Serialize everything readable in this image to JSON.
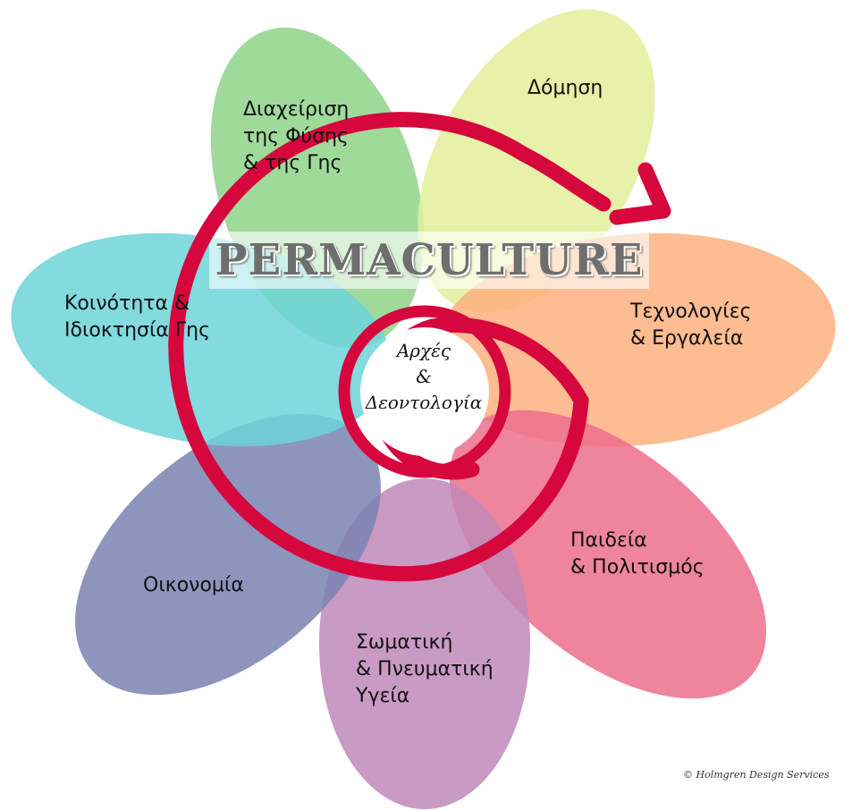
{
  "title": "PERMACULTURE",
  "center": {
    "line1": "Αρχές",
    "line2": "&",
    "line3": "Δεοντολογία"
  },
  "petals": [
    {
      "lines": [
        "Διαχείριση",
        "της Φύσης",
        "& της Γης"
      ],
      "color": "#8fd48a"
    },
    {
      "lines": [
        "Δόμηση"
      ],
      "color": "#e3ef9a"
    },
    {
      "lines": [
        "Τεχνολογίες",
        "& Εργαλεία"
      ],
      "color": "#fdb07f"
    },
    {
      "lines": [
        "Παιδεία",
        "& Πολιτισμός"
      ],
      "color": "#ec6f8c"
    },
    {
      "lines": [
        "Σωματική",
        "& Πνευματική",
        "Υγεία"
      ],
      "color": "#c088b8"
    },
    {
      "lines": [
        "Οικονομία"
      ],
      "color": "#7a82b2"
    },
    {
      "lines": [
        "Κοινότητα &",
        "Ιδιοκτησία Γης"
      ],
      "color": "#6dd3d9"
    }
  ],
  "spiral_color": "#d6073c",
  "credit": "© Holmgren Design Services"
}
